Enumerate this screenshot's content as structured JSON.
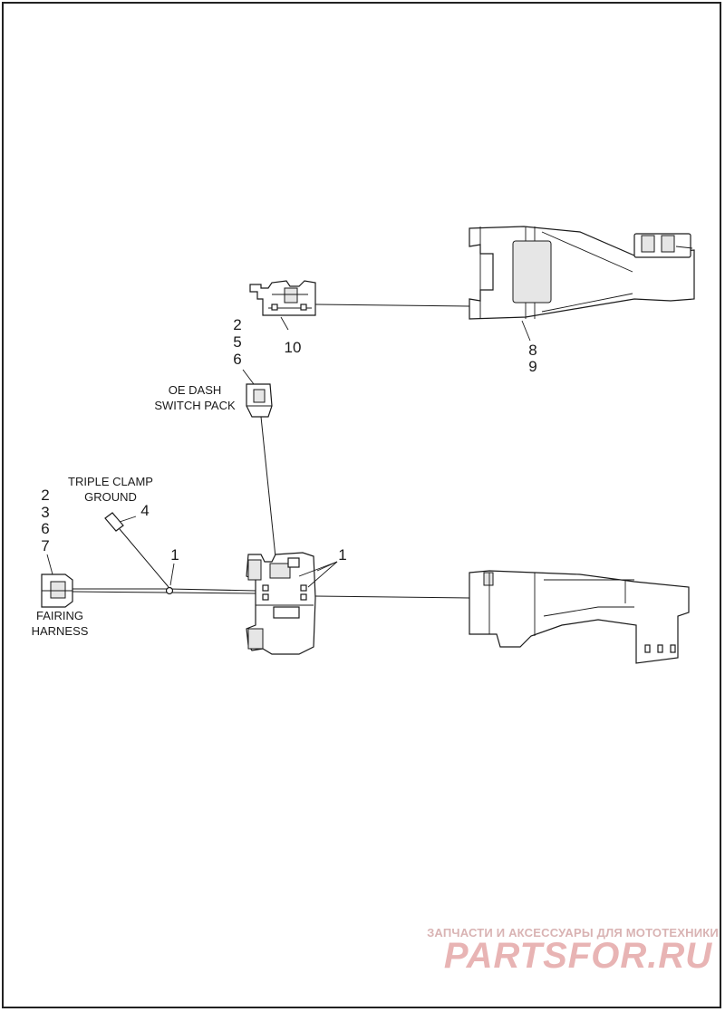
{
  "labels": {
    "upper_connector_refs": [
      "2",
      "5",
      "6"
    ],
    "upper_switch_ref": "10",
    "upper_bracket_refs": [
      "8",
      "9"
    ],
    "oe_dash_line1": "OE DASH",
    "oe_dash_line2": "SWITCH PACK",
    "triple_clamp_line1": "TRIPLE CLAMP",
    "triple_clamp_line2": "GROUND",
    "ground_ref": "4",
    "fairing_refs": [
      "2",
      "3",
      "6",
      "7"
    ],
    "fairing_line1": "FAIRING",
    "fairing_line2": "HARNESS",
    "clip_ref": "1",
    "switch_housing_ref": "1"
  },
  "watermark": {
    "line1": "ЗАПЧАСТИ И АКСЕССУАРЫ ДЛЯ МОТОТЕХНИКИ",
    "line2": "PARTSFOR.RU",
    "line1_color": "#d9b3b3",
    "line2_color": "#e8b4b4"
  },
  "colors": {
    "ink": "#1a1a1a",
    "background": "#ffffff"
  }
}
